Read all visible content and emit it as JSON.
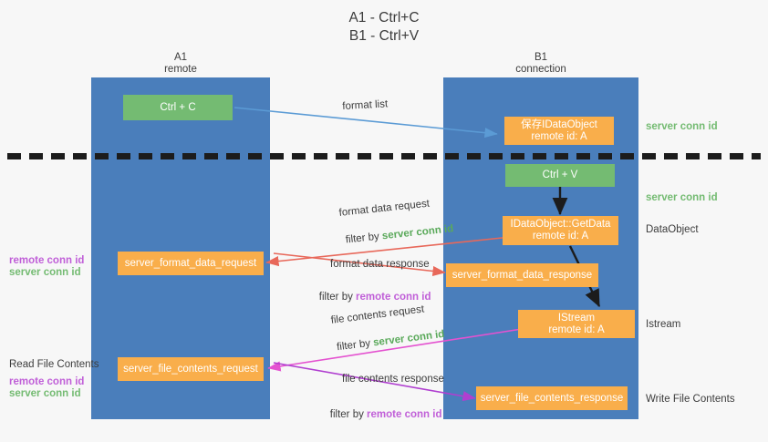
{
  "title": {
    "line1": "A1 - Ctrl+C",
    "line2": "B1 - Ctrl+V"
  },
  "lanes": [
    {
      "id": "a1",
      "name": "A1",
      "role": "remote"
    },
    {
      "id": "b1",
      "name": "B1",
      "role": "connection"
    }
  ],
  "colors": {
    "lane": "#4a7ebb",
    "box_orange": "#f9ae4b",
    "box_green": "#74bb72",
    "server_conn_id": "#74bb72",
    "remote_conn_id": "#c05fd8",
    "arrow_blue": "#5b9bd5",
    "arrow_red": "#e8685a",
    "arrow_black": "#1c1c1c",
    "arrow_magenta": "#e452d0",
    "arrow_purple": "#b03fd0",
    "background": "#f7f7f7"
  },
  "boxes": {
    "ctrl_c": {
      "label": "Ctrl + C"
    },
    "ctrl_v": {
      "label": "Ctrl + V"
    },
    "save_idataobject": {
      "line1": "保存IDataObject",
      "line2": "remote id: A"
    },
    "idataobject_getdata": {
      "line1": "IDataObject::GetData",
      "line2": "remote id: A"
    },
    "istream": {
      "line1": "IStream",
      "line2": "remote id: A"
    },
    "server_format_data_request": {
      "label": "server_format_data_request"
    },
    "server_format_data_response": {
      "label": "server_format_data_response"
    },
    "server_file_contents_request": {
      "label": "server_file_contents_request"
    },
    "server_file_contents_response": {
      "label": "server_file_contents_response"
    }
  },
  "right_labels": {
    "server_conn_id_top": "server conn id",
    "server_conn_id_mid": "server conn id",
    "data_object": "DataObject",
    "istream": "Istream",
    "write_file_contents": "Write File Contents"
  },
  "left_labels": {
    "remote_conn_id_1": "remote conn id",
    "server_conn_id_1": "server conn id",
    "read_file_contents": "Read File Contents",
    "remote_conn_id_2": "remote conn id",
    "server_conn_id_2": "server conn id"
  },
  "edge_labels": {
    "format_list": "format list",
    "format_data_request": "format data request",
    "format_data_request_filter_prefix": "filter by ",
    "format_data_request_filter_value": "server conn id",
    "format_data_response": "format data response",
    "format_data_response_filter_prefix": "filter by ",
    "format_data_response_filter_value": "remote conn id",
    "file_contents_request": "file contents request",
    "file_contents_request_filter_prefix": "filter by ",
    "file_contents_request_filter_value": "server conn id",
    "file_contents_response": "file contents response",
    "file_contents_response_filter_prefix": "filter by ",
    "file_contents_response_filter_value": "remote conn id"
  }
}
